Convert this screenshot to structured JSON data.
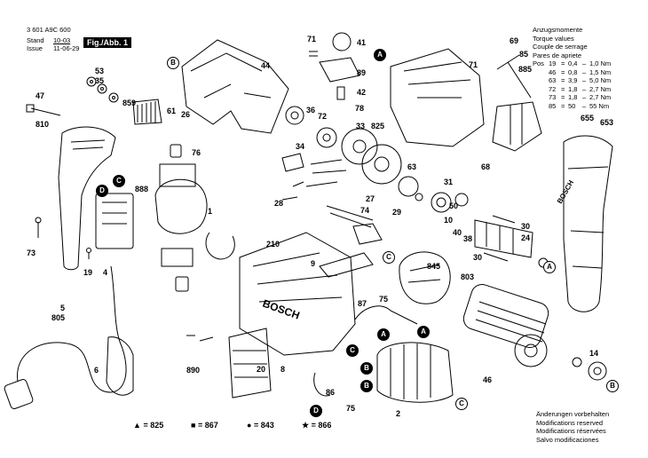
{
  "header": {
    "part_no": "3 601 A9C 600",
    "stand_label": "Stand",
    "stand_value": "10-03",
    "issue_label": "Issue",
    "issue_value": "11-06-29",
    "figure_label": "Fig./Abb. 1"
  },
  "torque": {
    "title_lines": [
      "Anzugsmomente",
      "Torque values",
      "Couple de serrage",
      "Pares de apriete"
    ],
    "rows": [
      {
        "pos": "Pos",
        "ref": "19",
        "eq": "=",
        "min": "0,4",
        "max": "1,0 Nm"
      },
      {
        "pos": "",
        "ref": "46",
        "eq": "=",
        "min": "0,8",
        "max": "1,5 Nm"
      },
      {
        "pos": "",
        "ref": "63",
        "eq": "=",
        "min": "3,9",
        "max": "5,0 Nm"
      },
      {
        "pos": "",
        "ref": "72",
        "eq": "=",
        "min": "1,8",
        "max": "2,7 Nm"
      },
      {
        "pos": "",
        "ref": "73",
        "eq": "=",
        "min": "1,8",
        "max": "2,7 Nm"
      },
      {
        "pos": "",
        "ref": "85",
        "eq": "=",
        "min": "50",
        "max": "55 Nm"
      }
    ]
  },
  "footer": {
    "lines": [
      "Änderungen vorbehalten",
      "Modifications reserved",
      "Modifications réservées",
      "Salvo modificaciones"
    ]
  },
  "legend": [
    {
      "symbol": "▲",
      "text": "= 825"
    },
    {
      "symbol": "■",
      "text": "= 867"
    },
    {
      "symbol": "●",
      "text": "= 843"
    },
    {
      "symbol": "★",
      "text": "= 866"
    }
  ],
  "callouts": [
    "71",
    "41",
    "89",
    "42",
    "44",
    "53",
    "35",
    "859",
    "61",
    "26",
    "36",
    "72",
    "47",
    "810",
    "76",
    "888",
    "34",
    "33",
    "825",
    "78",
    "63",
    "68",
    "28",
    "27",
    "31",
    "29",
    "10",
    "74",
    "1",
    "210",
    "9",
    "87",
    "75",
    "845",
    "803",
    "30",
    "40",
    "38",
    "24",
    "73",
    "19",
    "4",
    "5",
    "805",
    "6",
    "890",
    "20",
    "8",
    "86",
    "75",
    "2",
    "46",
    "14",
    "69",
    "85",
    "885",
    "71",
    "655",
    "653",
    "50",
    "30",
    "A",
    "B",
    "C",
    "D"
  ],
  "brand_text": "BOSCH"
}
